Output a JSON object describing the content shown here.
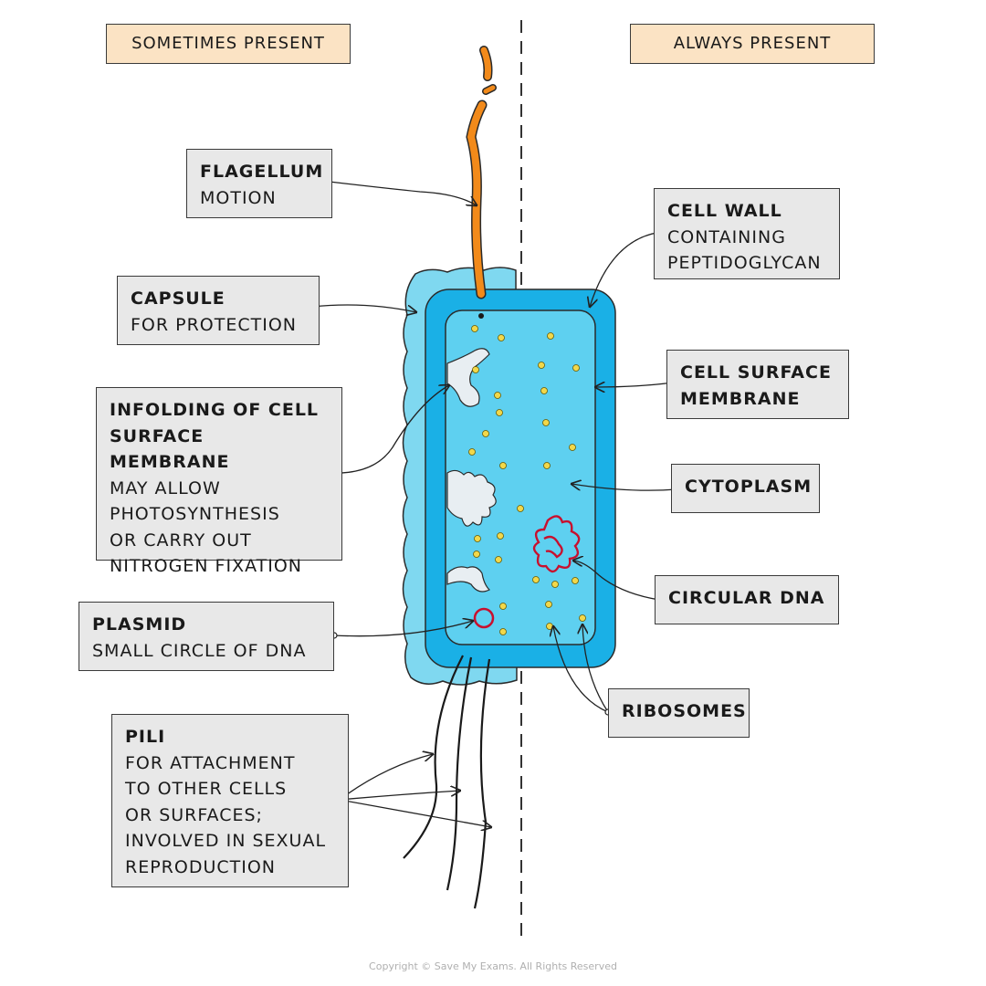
{
  "headers": {
    "sometimes": "SOMETIMES PRESENT",
    "always": "ALWAYS PRESENT"
  },
  "labels": {
    "flagellum": {
      "title": "FLAGELLUM",
      "desc": "MOTION"
    },
    "capsule": {
      "title": "CAPSULE",
      "desc": "FOR PROTECTION"
    },
    "infolding": {
      "title_lines": [
        "INFOLDING OF CELL",
        "SURFACE MEMBRANE"
      ],
      "desc_lines": [
        "MAY ALLOW",
        "PHOTOSYNTHESIS",
        "OR CARRY OUT",
        "NITROGEN FIXATION"
      ]
    },
    "plasmid": {
      "title": "PLASMID",
      "desc": "SMALL CIRCLE OF DNA"
    },
    "pili": {
      "title": "PILI",
      "desc_lines": [
        "FOR ATTACHMENT",
        "TO OTHER CELLS",
        "OR SURFACES;",
        "INVOLVED IN SEXUAL",
        "REPRODUCTION"
      ]
    },
    "cell_wall": {
      "title": "CELL WALL",
      "desc_lines": [
        "CONTAINING",
        "PEPTIDOGLYCAN"
      ]
    },
    "cell_surface_membrane": {
      "title_lines": [
        "CELL SURFACE",
        "MEMBRANE"
      ]
    },
    "cytoplasm": {
      "title": "CYTOPLASM"
    },
    "circular_dna": {
      "title": "CIRCULAR DNA"
    },
    "ribosomes": {
      "title": "RIBOSOMES"
    }
  },
  "colors": {
    "capsule": "#7fd8f0",
    "cell_wall": "#1ab0e6",
    "cytoplasm": "#5ed0f0",
    "flagellum": "#f28a1a",
    "dna": "#c8102e",
    "ribosome": "#f2d84a",
    "header_fill": "#fbe3c4",
    "label_fill": "#e8e8e8"
  },
  "copyright": "Copyright © Save My Exams. All Rights Reserved"
}
